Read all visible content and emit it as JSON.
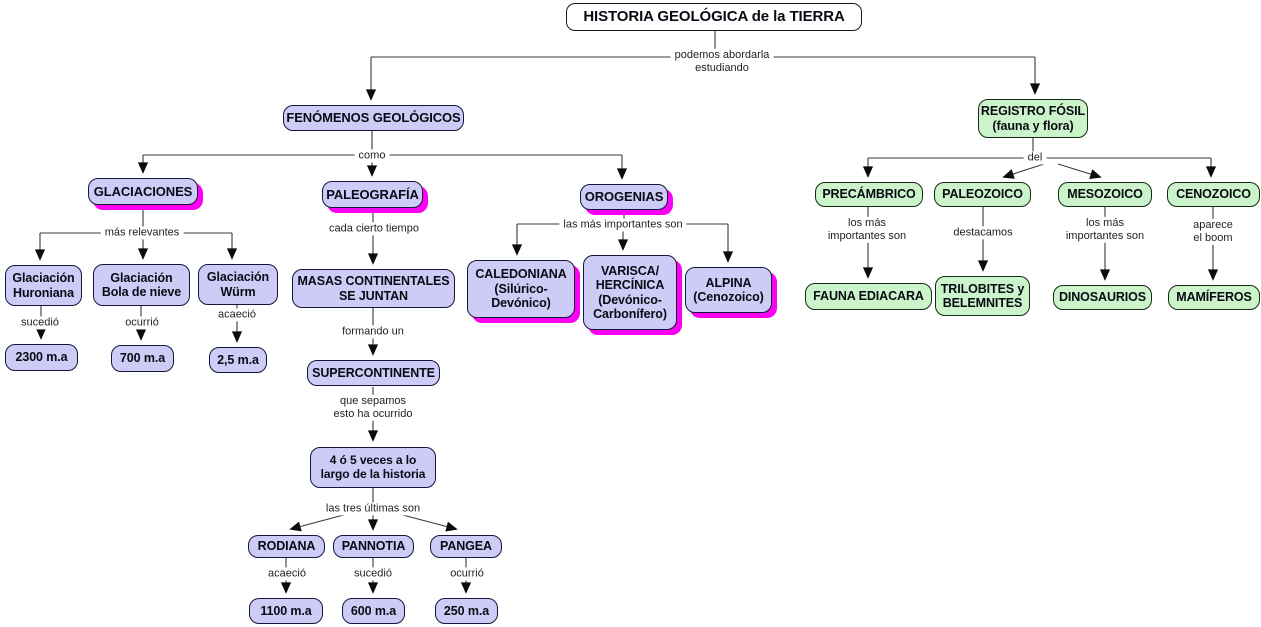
{
  "colors": {
    "node_purple": "#cdccf6",
    "node_green": "#ccf4cb",
    "shadow_magenta": "#fb00f3",
    "border_dark": "#16163a",
    "line": "#333333"
  },
  "nodes": {
    "title": "HISTORIA GEOLÓGICA de la TIERRA",
    "fenomenos": "FENÓMENOS GEOLÓGICOS",
    "registro": "REGISTRO FÓSIL\n(fauna y flora)",
    "glaciaciones": "GLACIACIONES",
    "paleografia": "PALEOGRAFÍA",
    "orogenias": "OROGENIAS",
    "huroniana": "Glaciación\nHuroniana",
    "bola": "Glaciación\nBola de nieve",
    "wurm": "Glaciación\nWürm",
    "ma2300": "2300 m.a",
    "ma700": "700 m.a",
    "ma25": "2,5 m.a",
    "masas": "MASAS CONTINENTALES\nSE JUNTAN",
    "supercontinente": "SUPERCONTINENTE",
    "veces": "4 ó 5 veces a lo\nlargo de la historia",
    "rodiana": "RODIANA",
    "pannotia": "PANNOTIA",
    "pangea": "PANGEA",
    "ma1100": "1100 m.a",
    "ma600": "600 m.a",
    "ma250": "250 m.a",
    "caledoniana": "CALEDONIANA\n(Silúrico-\nDevónico)",
    "varisca": "VARISCA/\nHERCÍNICA\n(Devónico-\nCarbonífero)",
    "alpina": "ALPINA\n(Cenozoico)",
    "precambrico": "PRECÁMBRICO",
    "paleozoico": "PALEOZOICO",
    "mesozoico": "MESOZOICO",
    "cenozoico": "CENOZOICO",
    "fauna_ediacara": "FAUNA EDIACARA",
    "trilobites": "TRILOBITES y\nBELEMNITES",
    "dinosaurios": "DINOSAURIOS",
    "mamiferos": "MAMÍFEROS"
  },
  "edges": {
    "estudiando": "podemos abordarla\nestudiando",
    "como": "como",
    "mas_relevantes": "más relevantes",
    "sucedio_1": "sucedió",
    "ocurrio_1": "ocurrió",
    "acaecio_1": "acaeció",
    "cada_cierto": "cada cierto tiempo",
    "formando_un": "formando un",
    "que_sepamos": "que sepamos\nesto ha ocurrido",
    "las_tres": "las tres últimas son",
    "acaecio_2": "acaeció",
    "sucedio_2": "sucedió",
    "ocurrio_2": "ocurrió",
    "las_mas_importantes": "las más importantes son",
    "del": "del",
    "los_mas_1": "los más\nimportantes son",
    "destacamos": "destacamos",
    "los_mas_2": "los más\nimportantes son",
    "aparece_boom": "aparece el boom"
  }
}
